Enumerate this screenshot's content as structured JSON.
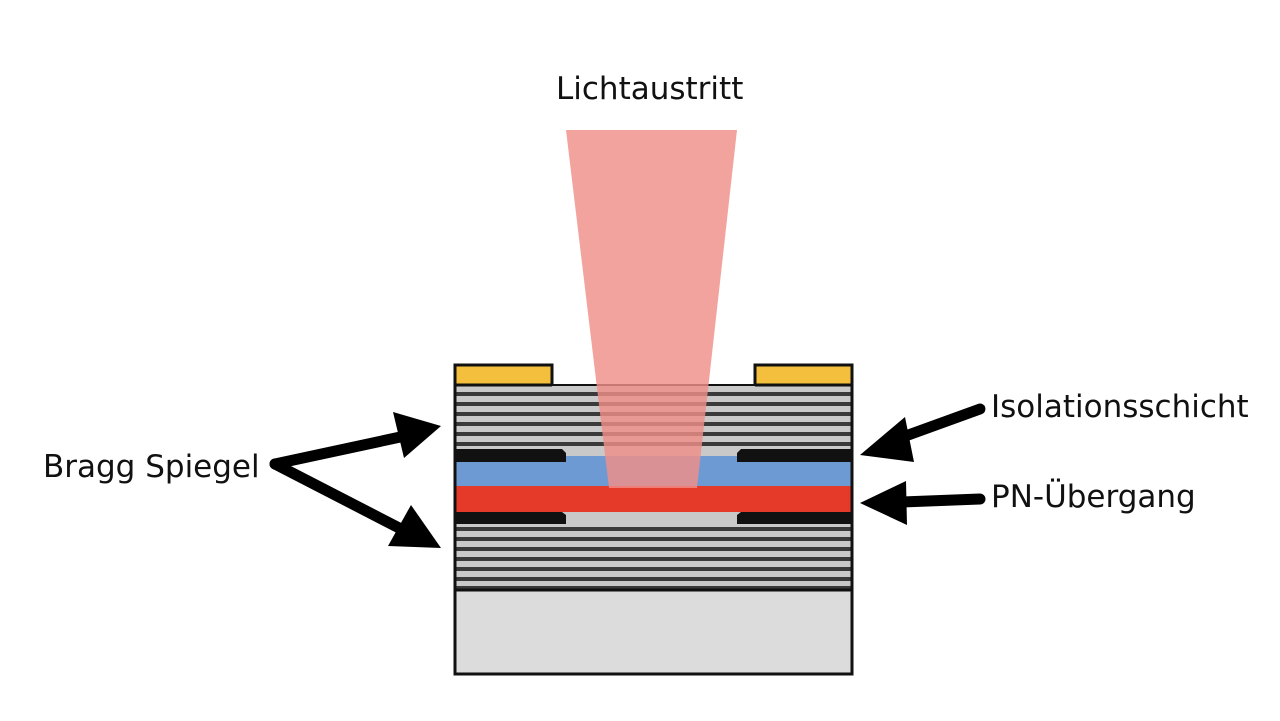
{
  "labels": {
    "light_output": "Lichtaustritt",
    "bragg_mirror": "Bragg Spiegel",
    "insulation_layer": "Isolationsschicht",
    "pn_junction": "PN-Übergang"
  },
  "colors": {
    "contact": "#f3bf3c",
    "mirror_light": "#c9c9c9",
    "mirror_dark": "#3a3a3a",
    "active_blue": "#6d9ad3",
    "pn_red": "#e53a2a",
    "substrate": "#dcdcdc",
    "beam": "#f08f88",
    "insulation": "#111111",
    "outline": "#111111"
  }
}
